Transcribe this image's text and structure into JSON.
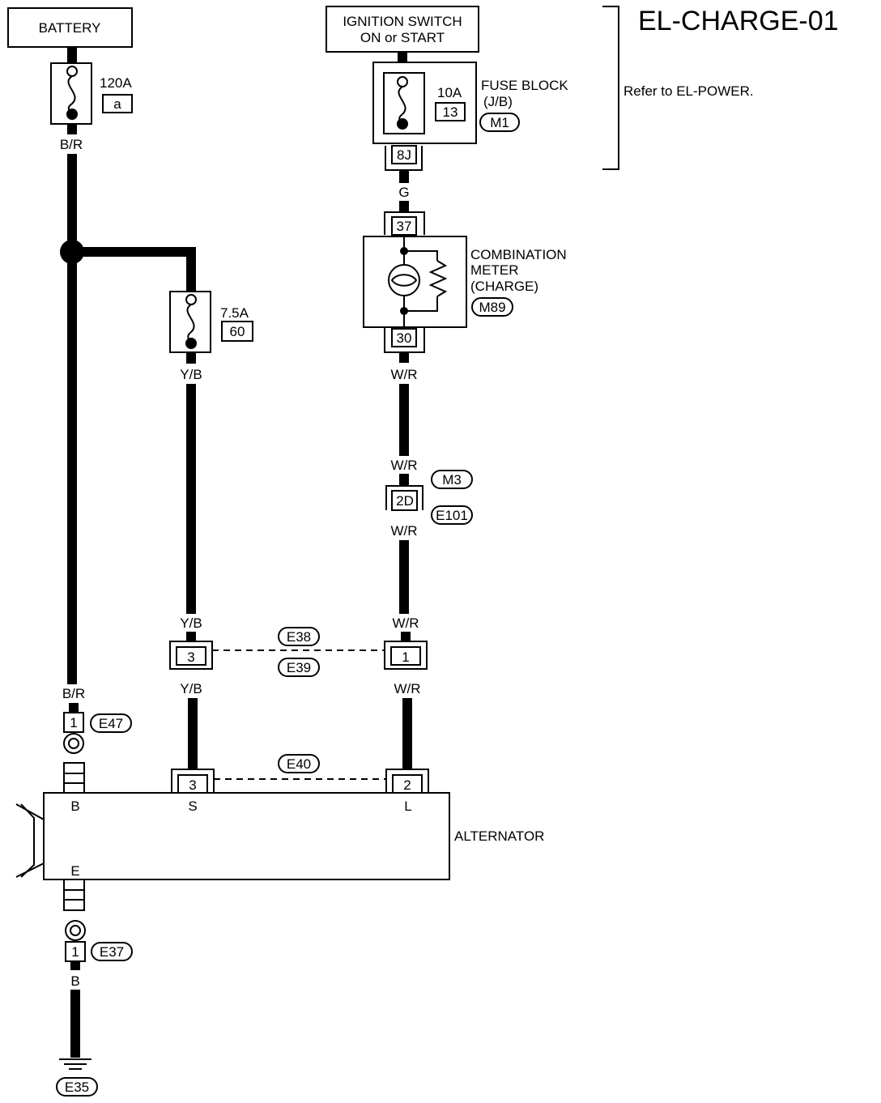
{
  "title": "EL-CHARGE-01",
  "refer_note": "Refer to EL-POWER.",
  "battery": {
    "label": "BATTERY"
  },
  "ignition": {
    "line1": "IGNITION SWITCH",
    "line2": "ON or START"
  },
  "fuse_120a": {
    "rating": "120A",
    "id": "a"
  },
  "fuse_10a": {
    "rating": "10A",
    "id": "13"
  },
  "fuse_block": {
    "name": "FUSE BLOCK",
    "sub": "(J/B)",
    "connector": "M1",
    "terminal": "8J"
  },
  "fuse_7_5a": {
    "rating": "7.5A",
    "id": "60"
  },
  "combination_meter": {
    "line1": "COMBINATION",
    "line2": "METER",
    "line3": "(CHARGE)",
    "connector": "M89",
    "terminal_top": "37",
    "terminal_bottom": "30"
  },
  "wires": {
    "battery_wire": "B/R",
    "ign_wire": "G",
    "meter_out": "W/R",
    "m3_top": "W/R",
    "m3_bottom": "W/R",
    "e38_left_top": "Y/B",
    "e38_right_top": "W/R",
    "e38_left_bottom": "Y/B",
    "e38_right_bottom": "W/R",
    "fuse_7_5a_out": "Y/B",
    "alt_b_wire": "B/R",
    "ground_wire": "B"
  },
  "connectors": {
    "m3": "M3",
    "e101": "E101",
    "m3_terminal": "2D",
    "e38": "E38",
    "e39": "E39",
    "e38_s_term": "3",
    "e38_l_term": "1",
    "e40": "E40",
    "e40_s_term": "3",
    "e40_l_term": "2",
    "e47": "E47",
    "e47_term": "1",
    "e37": "E37",
    "e37_term": "1",
    "e35": "E35"
  },
  "alternator": {
    "label": "ALTERNATOR",
    "term_b": "B",
    "term_s": "S",
    "term_l": "L",
    "term_e": "E"
  }
}
